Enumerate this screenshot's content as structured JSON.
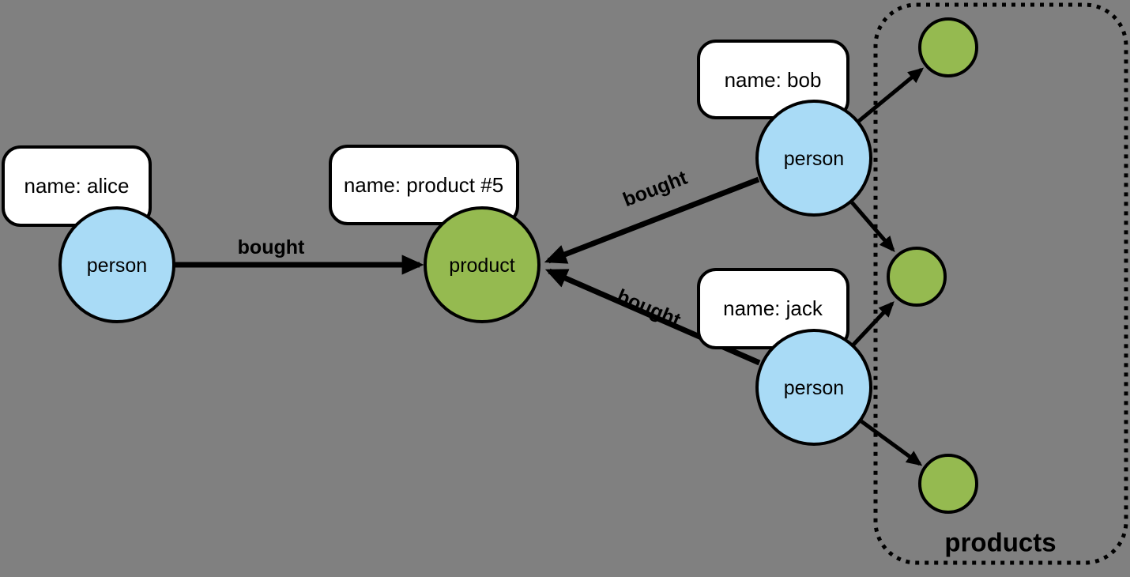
{
  "diagram": {
    "type": "property-graph",
    "background_color": "#808080",
    "colors": {
      "person_fill": "#a9dbf6",
      "product_fill": "#95ba50",
      "label_fill": "#ffffff",
      "outline": "#000000"
    },
    "nodes": [
      {
        "id": "alice",
        "label": "person",
        "property": "name: alice"
      },
      {
        "id": "product5",
        "label": "product",
        "property": "name: product #5"
      },
      {
        "id": "bob",
        "label": "person",
        "property": "name: bob"
      },
      {
        "id": "jack",
        "label": "person",
        "property": "name: jack"
      }
    ],
    "anonymous_product_node_count": 3,
    "edges": [
      {
        "from": "alice",
        "to": "product5",
        "label": "bought"
      },
      {
        "from": "bob",
        "to": "product5",
        "label": "bought"
      },
      {
        "from": "jack",
        "to": "product5",
        "label": "bought"
      },
      {
        "from": "bob",
        "to": "product-a",
        "label": ""
      },
      {
        "from": "bob",
        "to": "product-b",
        "label": ""
      },
      {
        "from": "jack",
        "to": "product-b",
        "label": ""
      },
      {
        "from": "jack",
        "to": "product-c",
        "label": ""
      }
    ],
    "group": {
      "label": "products"
    }
  }
}
